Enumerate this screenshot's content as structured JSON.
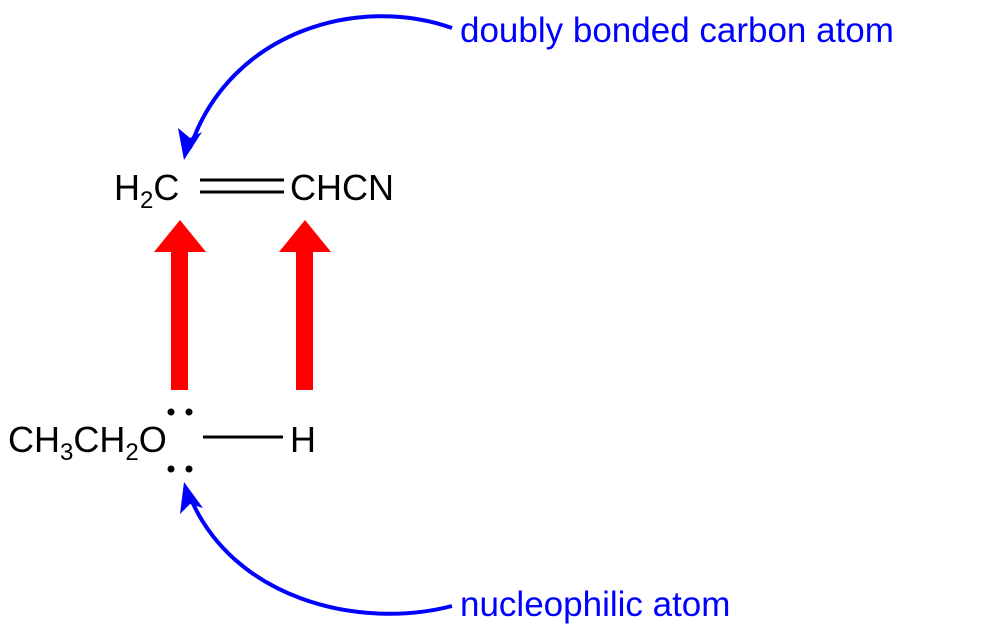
{
  "labels": {
    "top": "doubly bonded carbon atom",
    "bottom": "nucleophilic atom"
  },
  "molecules": {
    "alkene_left": {
      "main": "H",
      "sub": "2",
      "end": "C"
    },
    "alkene_right": "CHCN",
    "alcohol": {
      "p1": "CH",
      "s1": "3",
      "p2": "CH",
      "s2": "2",
      "p3": "O"
    },
    "alcohol_h": "H"
  },
  "colors": {
    "annotation": "#0000ff",
    "reaction_arrow": "#ff0000",
    "structure": "#000000"
  }
}
